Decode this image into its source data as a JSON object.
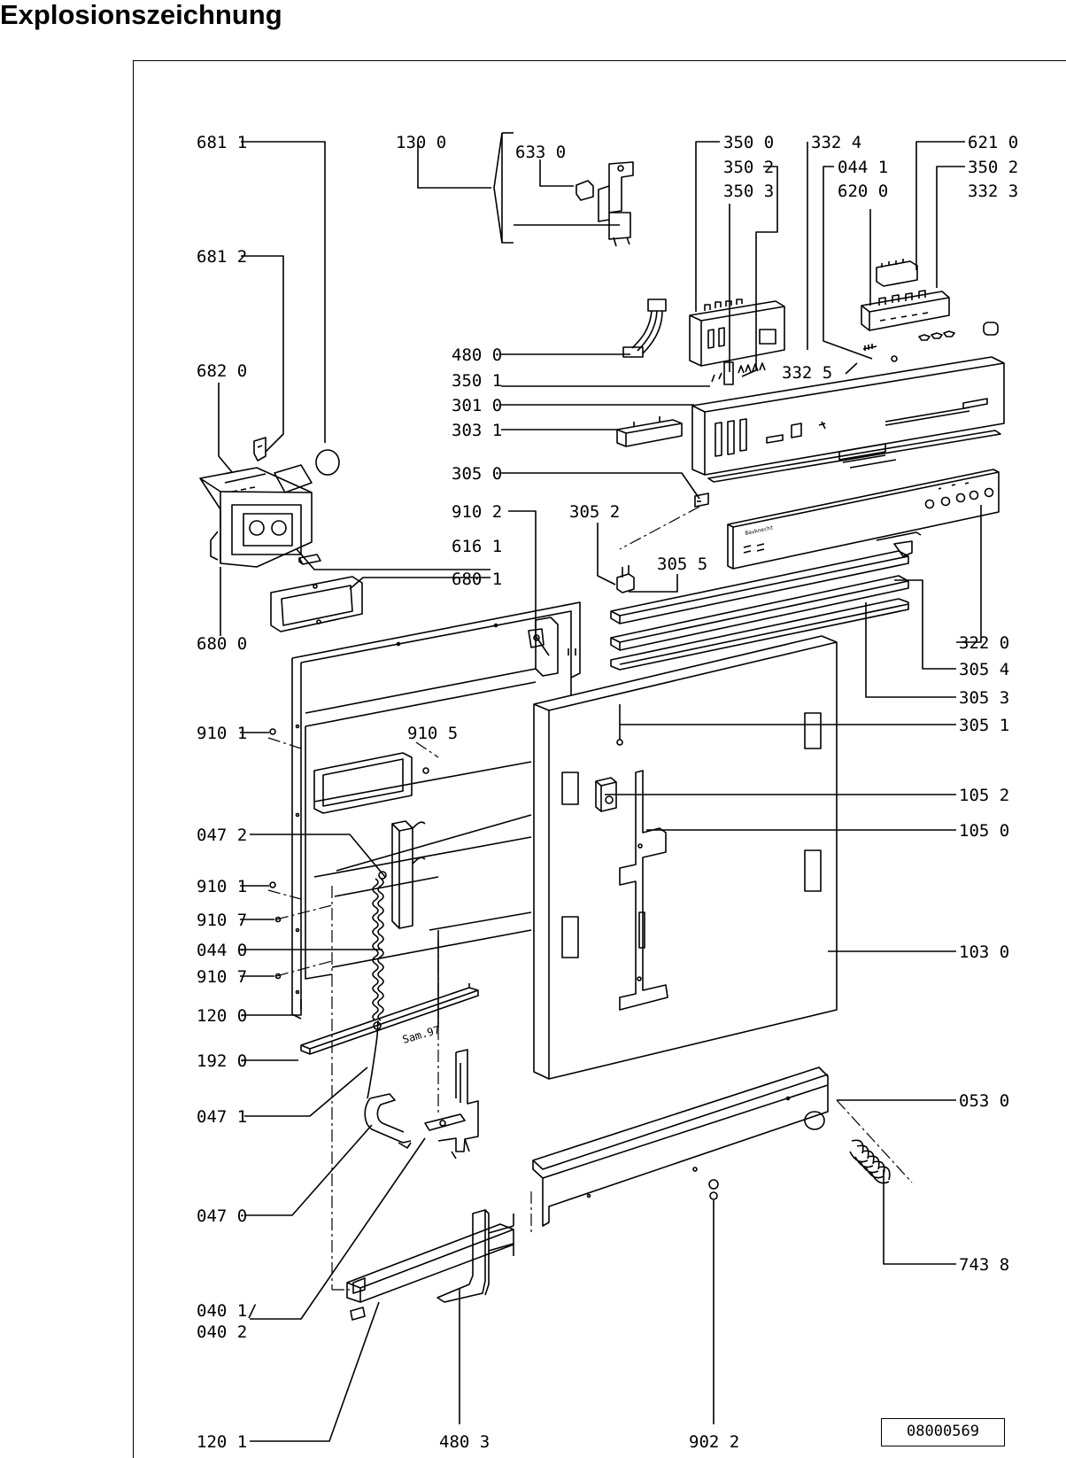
{
  "title": "Explosionszeichnung",
  "doc_id": "08000569",
  "labels": {
    "p681_1": "681 1",
    "p681_2": "681 2",
    "p682_0": "682 0",
    "p680_0": "680 0",
    "p616_1": "616 1",
    "p680_1": "680 1",
    "p130_0": "130 0",
    "p633_0": "633 0",
    "p480_0": "480 0",
    "p350_1": "350 1",
    "p301_0": "301 0",
    "p303_1": "303 1",
    "p305_0": "305 0",
    "p910_2": "910 2",
    "p305_2": "305 2",
    "p305_5": "305 5",
    "p350_0": "350 0",
    "p350_2a": "350 2",
    "p350_3": "350 3",
    "p332_4": "332 4",
    "p044_1": "044 1",
    "p620_0": "620 0",
    "p621_0": "621 0",
    "p350_2b": "350 2",
    "p332_3": "332 3",
    "p332_5": "332 5",
    "p322_0": "322 0",
    "p305_4": "305 4",
    "p305_3": "305 3",
    "p305_1": "305 1",
    "p105_2": "105 2",
    "p105_0": "105 0",
    "p103_0": "103 0",
    "p053_0": "053 0",
    "p743_8": "743 8",
    "p910_1a": "910 1",
    "p910_5": "910 5",
    "p047_2": "047 2",
    "p910_1b": "910 1",
    "p910_7a": "910 7",
    "p044_0": "044 0",
    "p910_7b": "910 7",
    "p120_0": "120 0",
    "p192_0": "192 0",
    "p047_1": "047 1",
    "p047_0": "047 0",
    "p040_1": "040 1/",
    "p040_2": "040 2",
    "p120_1": "120 1",
    "p480_3": "480 3",
    "p902_2": "902 2",
    "stamp": "Sam.97",
    "brand": "Bauknecht"
  }
}
